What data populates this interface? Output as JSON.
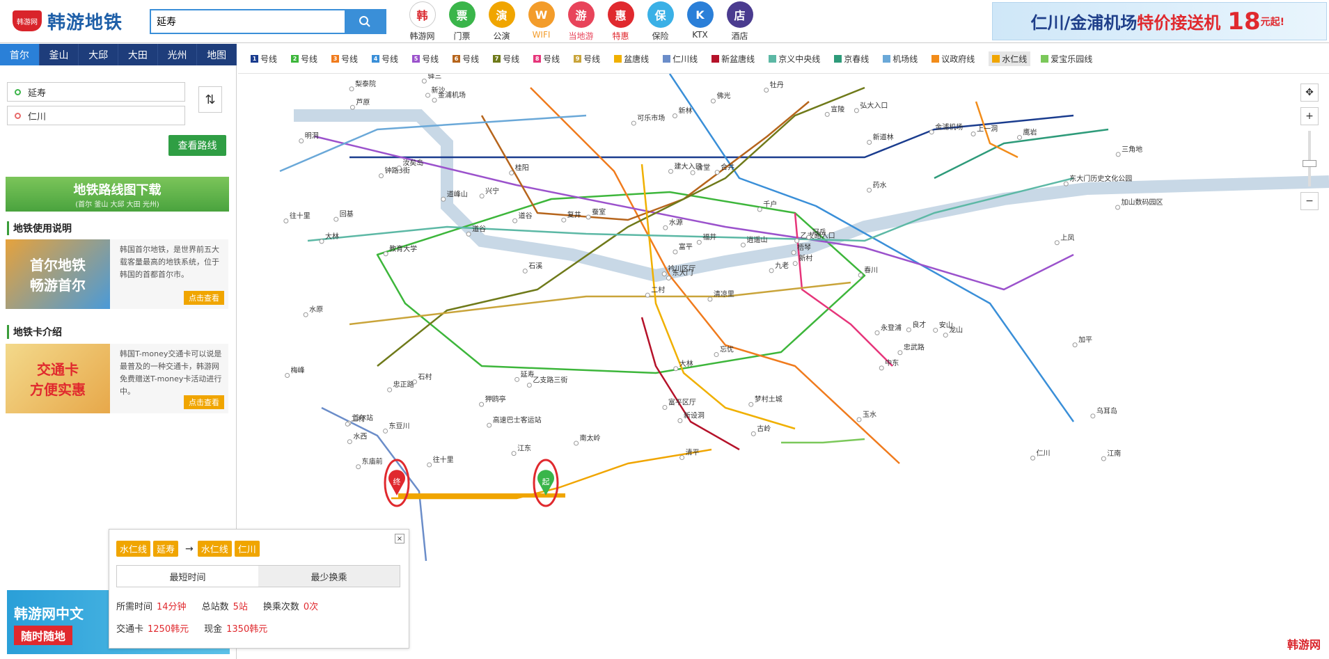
{
  "header": {
    "logo_badge": "韩游网",
    "logo_text": "韩游地铁",
    "search_value": "延寿",
    "nav": [
      {
        "label": "韩游网",
        "color": "#ffffff",
        "glyph": "韩"
      },
      {
        "label": "门票",
        "color": "#3ab54a",
        "glyph": "票"
      },
      {
        "label": "公演",
        "color": "#f0a500",
        "glyph": "演"
      },
      {
        "label": "WIFI",
        "color": "#f39c2a",
        "glyph": "W"
      },
      {
        "label": "当地游",
        "color": "#e8445a",
        "glyph": "游"
      },
      {
        "label": "特惠",
        "color": "#e0292e",
        "glyph": "惠"
      },
      {
        "label": "保险",
        "color": "#3ab0e6",
        "glyph": "保"
      },
      {
        "label": "KTX",
        "color": "#2a7fd8",
        "glyph": "K"
      },
      {
        "label": "酒店",
        "color": "#4a3b8f",
        "glyph": "店"
      }
    ],
    "banner_left": "仁川/金浦机场",
    "banner_hot": "特价接送机",
    "banner_price": "18",
    "banner_suffix": "元起!"
  },
  "city_tabs": [
    "首尔",
    "釜山",
    "大邱",
    "大田",
    "光州",
    "地图"
  ],
  "line_tabs": [
    {
      "num": "1",
      "label": "号线",
      "color": "#1a3c8e"
    },
    {
      "num": "2",
      "label": "号线",
      "color": "#3db63b"
    },
    {
      "num": "3",
      "label": "号线",
      "color": "#f07b1d"
    },
    {
      "num": "4",
      "label": "号线",
      "color": "#3a8fd8"
    },
    {
      "num": "5",
      "label": "号线",
      "color": "#9b52cc"
    },
    {
      "num": "6",
      "label": "号线",
      "color": "#b6651c"
    },
    {
      "num": "7",
      "label": "号线",
      "color": "#6f7a1a"
    },
    {
      "num": "8",
      "label": "号线",
      "color": "#e6357a"
    },
    {
      "num": "9",
      "label": "号线",
      "color": "#c9a43a"
    },
    {
      "num": "",
      "label": "盆唐线",
      "color": "#f0b000"
    },
    {
      "num": "",
      "label": "仁川线",
      "color": "#6b8dc9"
    },
    {
      "num": "",
      "label": "新盆唐线",
      "color": "#b5122a"
    },
    {
      "num": "",
      "label": "京义中央线",
      "color": "#5cb8a5"
    },
    {
      "num": "",
      "label": "京春线",
      "color": "#2e9b7a"
    },
    {
      "num": "",
      "label": "机场线",
      "color": "#6aa8d8"
    },
    {
      "num": "",
      "label": "议政府线",
      "color": "#f28c1a"
    },
    {
      "num": "",
      "label": "水仁线",
      "color": "#f0a500"
    },
    {
      "num": "",
      "label": "爱宝乐园线",
      "color": "#7bc85a"
    }
  ],
  "sidebar": {
    "from": "延寿",
    "to": "仁川",
    "query_label": "查看路线",
    "download_title": "地铁路线图下载",
    "download_sub": "(首尔 釜山 大邱 大田 光州)",
    "usage_title": "地铁使用说明",
    "usage_img_1": "首尔地铁",
    "usage_img_2": "畅游首尔",
    "usage_text": "韩国首尔地铁，是世界前五大载客量最高的地铁系统，位于韩国的首都首尔市。",
    "usage_link": "点击查看",
    "card_title": "地铁卡介绍",
    "card_img_1": "交通卡",
    "card_img_2": "方便实惠",
    "card_text": "韩国T-money交通卡可以说是最普及的一种交通卡，韩游网免费赠送T-money卡活动进行中。",
    "card_link": "点击查看",
    "ad_title": "韩游网中文",
    "ad_sub": "随时随地"
  },
  "map": {
    "stations": [
      "清凉里",
      "钟路3街",
      "东大门",
      "首尔站",
      "乙支路入口",
      "乙支路三街",
      "弘大入口",
      "合井",
      "新道林",
      "九老",
      "金浦机场",
      "江南",
      "教育大学",
      "三角地",
      "二村",
      "药水",
      "往十里",
      "建大入口",
      "千户",
      "石村",
      "蚕室",
      "水西",
      "高速巴士客运站",
      "舍堂",
      "冠岳",
      "龙山",
      "汝矣岛",
      "新林",
      "大林",
      "永登浦",
      "加山数码园区",
      "衿川区厅",
      "富平区厅",
      "富平",
      "桂阳",
      "金浦机场",
      "延寿",
      "仁川",
      "乌耳岛",
      "安山",
      "牡丹",
      "复井",
      "道谷",
      "中东",
      "江东",
      "往十里",
      "梧琴",
      "东庙前",
      "新设洞",
      "新村",
      "忠正路",
      "东大门历史文化公园",
      "明洞",
      "忠武路",
      "玉水",
      "狎鸥亭",
      "新沙",
      "梨泰院",
      "梦村土城",
      "鹰岩",
      "佛光",
      "石溪",
      "回基",
      "兴宁",
      "上一洞",
      "驿三",
      "宣陵",
      "可乐市场",
      "福井",
      "梅峰",
      "大林",
      "南太岭",
      "良才",
      "道谷",
      "二村",
      "芦原",
      "道峰山",
      "水原",
      "水源",
      "古岭",
      "逍遥山",
      "东豆川",
      "春川",
      "加平",
      "清平",
      "上凤",
      "忘忧"
    ],
    "start_label": "起",
    "end_label": "终"
  },
  "zoom": {
    "in": "+",
    "out": "−"
  },
  "watermark": "韩游网",
  "popup": {
    "tags": [
      "水仁线",
      "延寿",
      "水仁线",
      "仁川"
    ],
    "arrow": "→",
    "tab_fast": "最短时间",
    "tab_less": "最少换乘",
    "time_label": "所需时间",
    "time_value": "14分钟",
    "stations_label": "总站数",
    "stations_value": "5站",
    "transfer_label": "换乘次数",
    "transfer_value": "0次",
    "card_label": "交通卡",
    "card_value": "1250韩元",
    "cash_label": "现金",
    "cash_value": "1350韩元",
    "close": "×"
  }
}
